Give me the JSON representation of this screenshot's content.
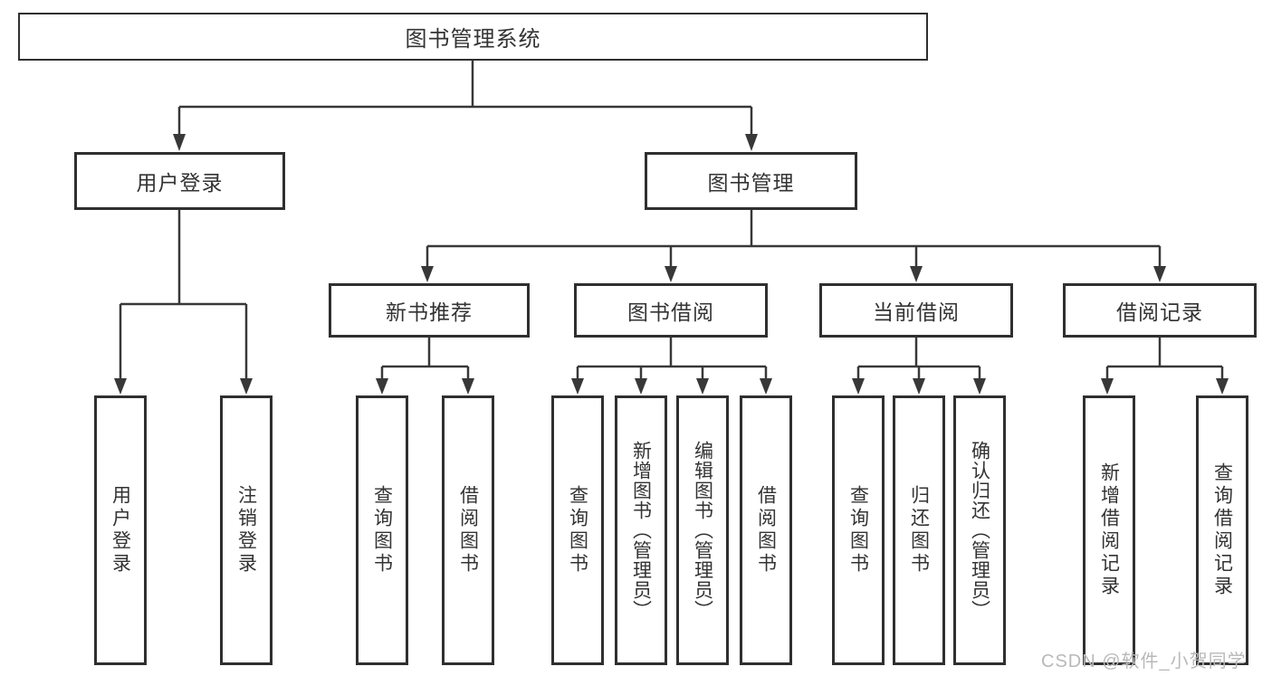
{
  "diagram": {
    "type": "hierarchy-tree",
    "title": "图书管理系统",
    "hierarchy": {
      "图书管理系统": {
        "用户登录": [
          "用户登录",
          "注销登录"
        ],
        "图书管理": {
          "新书推荐": [
            "查询图书",
            "借阅图书"
          ],
          "图书借阅": [
            "查询图书",
            "新增图书（管理员）",
            "编辑图书（管理员）",
            "借阅图书"
          ],
          "当前借阅": [
            "查询图书",
            "归还图书",
            "确认归还（管理员）"
          ],
          "借阅记录": [
            "新增借阅记录",
            "查询借阅记录"
          ]
        }
      }
    }
  },
  "nodes": {
    "root": {
      "label": "图书管理系统"
    },
    "user_login": {
      "label": "用户登录"
    },
    "book_mgmt": {
      "label": "图书管理"
    },
    "new_book_rec": {
      "label": "新书推荐"
    },
    "book_borrow": {
      "label": "图书借阅"
    },
    "current_borrow": {
      "label": "当前借阅"
    },
    "borrow_records": {
      "label": "借阅记录"
    },
    "leaf_user_login": {
      "label": "用户登录"
    },
    "leaf_logout": {
      "label": "注销登录"
    },
    "leaf_nbr_query": {
      "label": "查询图书"
    },
    "leaf_nbr_borrow": {
      "label": "借阅图书"
    },
    "leaf_bb_query": {
      "label": "查询图书"
    },
    "leaf_bb_add": {
      "label": "新增图书（管理员）"
    },
    "leaf_bb_edit": {
      "label": "编辑图书（管理员）"
    },
    "leaf_bb_borrow": {
      "label": "借阅图书"
    },
    "leaf_cb_query": {
      "label": "查询图书"
    },
    "leaf_cb_return": {
      "label": "归还图书"
    },
    "leaf_cb_confirm": {
      "label": "确认归还（管理员）"
    },
    "leaf_br_add": {
      "label": "新增借阅记录"
    },
    "leaf_br_query": {
      "label": "查询借阅记录"
    }
  },
  "watermark": {
    "text": "CSDN @软件_小贺同学"
  },
  "colors": {
    "line": "#383838",
    "box_border": "#2f2f2f",
    "text": "#333333",
    "watermark": "#b9b9b9",
    "background": "#ffffff"
  }
}
